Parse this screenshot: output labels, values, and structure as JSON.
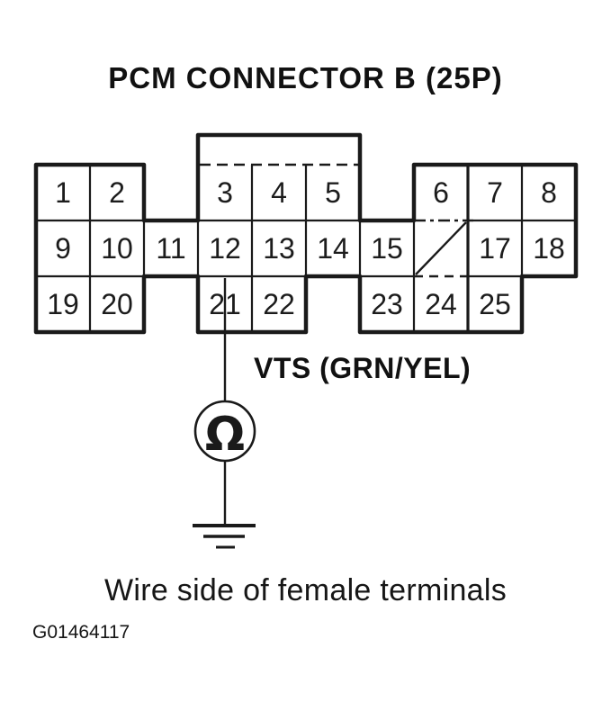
{
  "title": "PCM CONNECTOR B (25P)",
  "connector": {
    "rows": 3,
    "cols": 10,
    "pins": [
      {
        "label": "1",
        "col": 1,
        "row": 1
      },
      {
        "label": "2",
        "col": 2,
        "row": 1
      },
      {
        "label": "3",
        "col": 4,
        "row": 1
      },
      {
        "label": "4",
        "col": 5,
        "row": 1
      },
      {
        "label": "5",
        "col": 6,
        "row": 1
      },
      {
        "label": "6",
        "col": 8,
        "row": 1
      },
      {
        "label": "7",
        "col": 9,
        "row": 1
      },
      {
        "label": "8",
        "col": 10,
        "row": 1
      },
      {
        "label": "9",
        "col": 1,
        "row": 2
      },
      {
        "label": "10",
        "col": 2,
        "row": 2
      },
      {
        "label": "11",
        "col": 3,
        "row": 2
      },
      {
        "label": "12",
        "col": 4,
        "row": 2
      },
      {
        "label": "13",
        "col": 5,
        "row": 2
      },
      {
        "label": "14",
        "col": 6,
        "row": 2
      },
      {
        "label": "15",
        "col": 7,
        "row": 2
      },
      {
        "label": "",
        "col": 8,
        "row": 2,
        "slashed": true
      },
      {
        "label": "17",
        "col": 9,
        "row": 2
      },
      {
        "label": "18",
        "col": 10,
        "row": 2
      },
      {
        "label": "19",
        "col": 1,
        "row": 3
      },
      {
        "label": "20",
        "col": 2,
        "row": 3
      },
      {
        "label": "21",
        "col": 4,
        "row": 3
      },
      {
        "label": "22",
        "col": 5,
        "row": 3
      },
      {
        "label": "23",
        "col": 7,
        "row": 3
      },
      {
        "label": "24",
        "col": 8,
        "row": 3
      },
      {
        "label": "25",
        "col": 9,
        "row": 3
      }
    ]
  },
  "wire": {
    "label": "VTS (GRN/YEL)",
    "from_pin": "21"
  },
  "meter": {
    "symbol": "Ω"
  },
  "caption": "Wire side of female terminals",
  "figure_id": "G01464117",
  "colors": {
    "ink": "#1a1a1a",
    "background": "#ffffff"
  }
}
